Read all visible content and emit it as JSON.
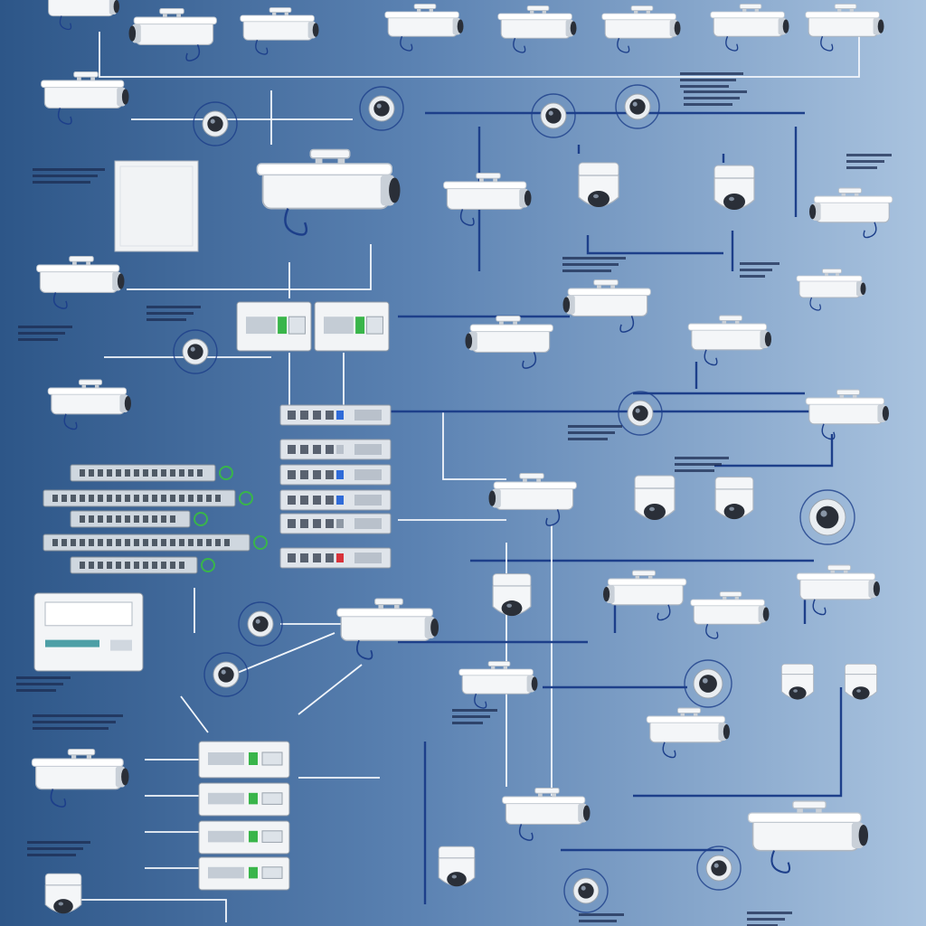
{
  "diagram": {
    "colors": {
      "background_left": "#2d5688",
      "background_right": "#a9c3df",
      "cable_dark": "#1d3f8a",
      "cable_light": "#f2f6fb",
      "device_body": "#f4f6f8",
      "device_shadow": "#c9d0d8",
      "lens": "#2a2f38",
      "led_green": "#39b54a",
      "led_blue": "#2f6bd8",
      "led_red": "#d8323a"
    },
    "device_types": [
      "bullet-camera",
      "dome-camera",
      "lens-camera",
      "network-switch",
      "server-rack-unit",
      "dvr-recorder",
      "control-cabinet",
      "label-block"
    ],
    "text_labels": []
  }
}
